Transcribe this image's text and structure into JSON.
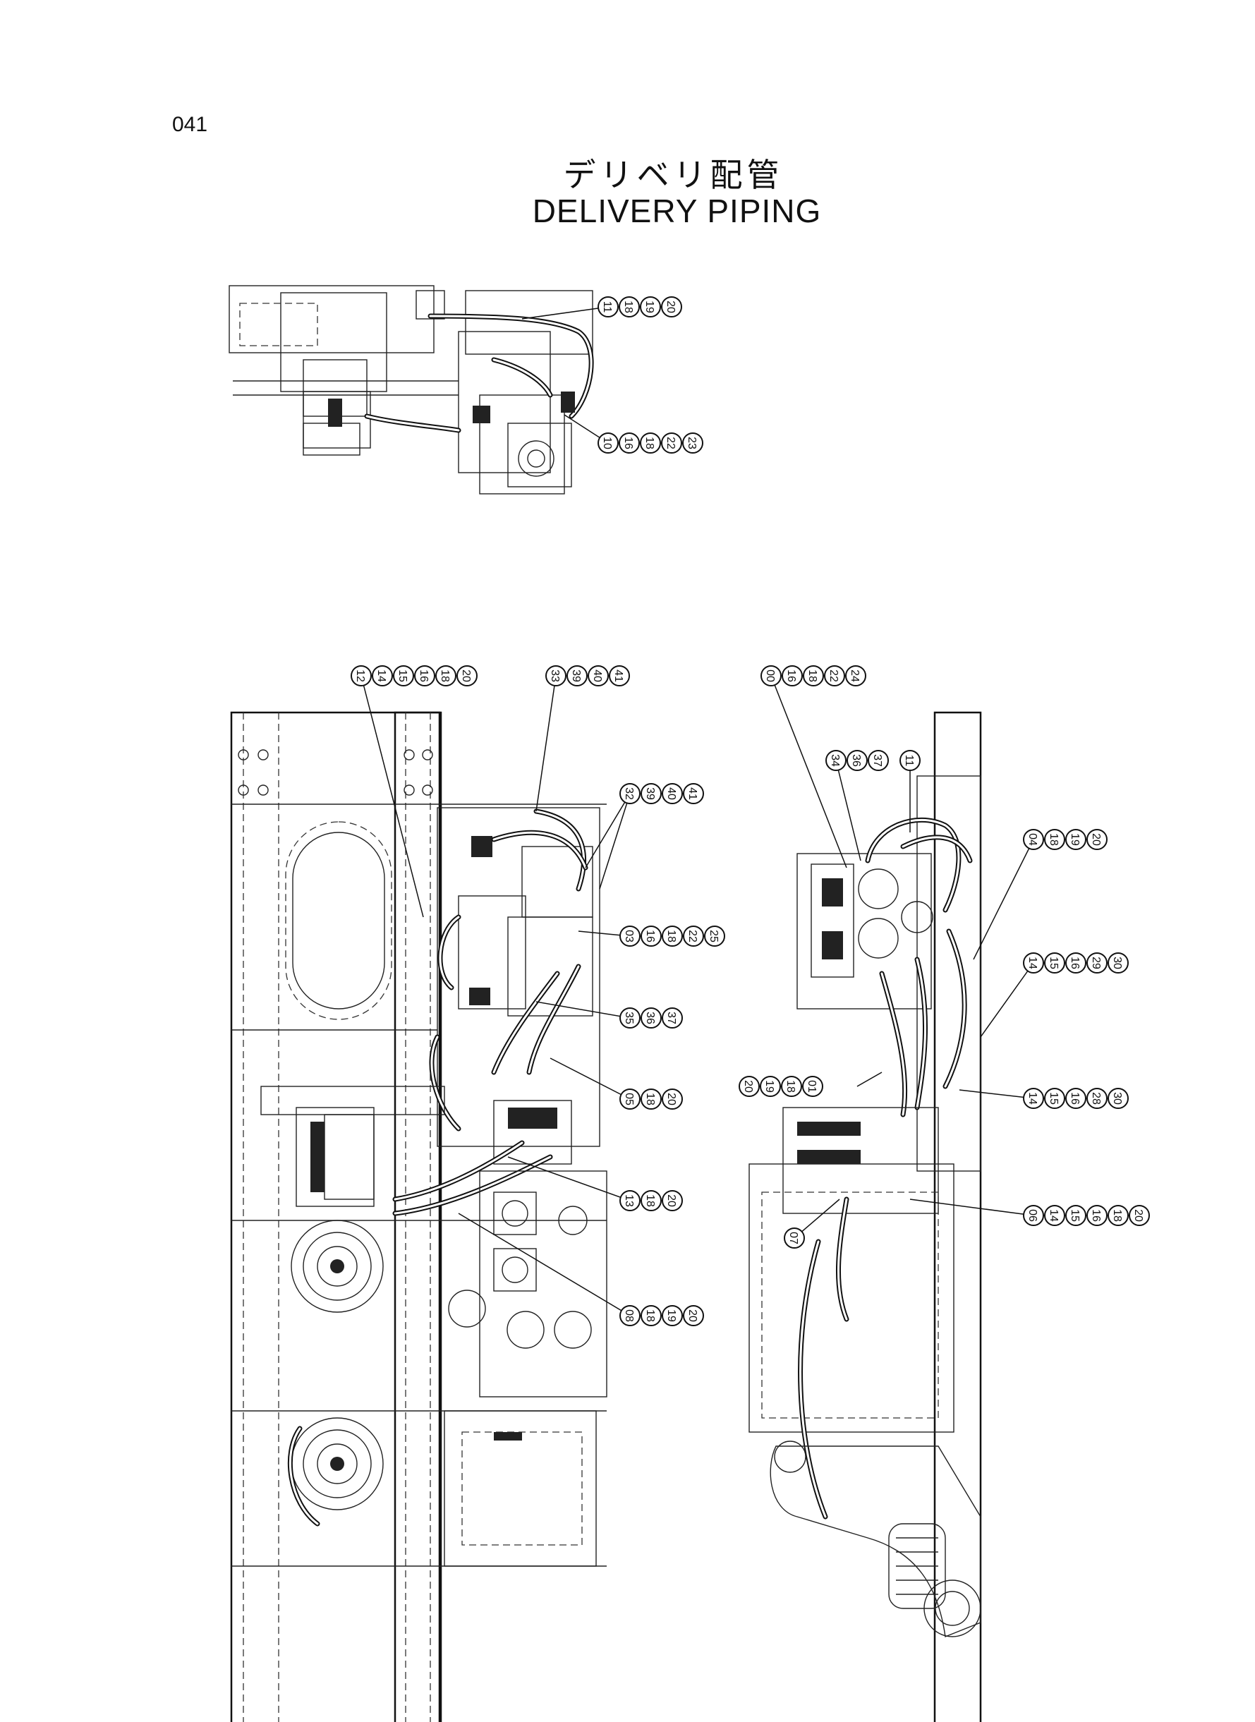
{
  "page": {
    "number": "041"
  },
  "title": {
    "japanese": "デリベリ配管",
    "english": "DELIVERY PIPING"
  },
  "callouts": [
    {
      "id": "top-a",
      "labels": [
        "11",
        "18",
        "19",
        "20"
      ]
    },
    {
      "id": "top-b",
      "labels": [
        "10",
        "16",
        "18",
        "22",
        "23"
      ]
    },
    {
      "id": "left-1",
      "labels": [
        "12",
        "14",
        "15",
        "16",
        "18",
        "20"
      ]
    },
    {
      "id": "left-2",
      "labels": [
        "33",
        "39",
        "40",
        "41"
      ]
    },
    {
      "id": "left-3",
      "labels": [
        "32",
        "39",
        "40",
        "41"
      ]
    },
    {
      "id": "left-4",
      "labels": [
        "03",
        "16",
        "18",
        "22",
        "25"
      ]
    },
    {
      "id": "left-5",
      "labels": [
        "35",
        "36",
        "37"
      ]
    },
    {
      "id": "left-6",
      "labels": [
        "05",
        "18",
        "20"
      ]
    },
    {
      "id": "left-7",
      "labels": [
        "13",
        "18",
        "20"
      ]
    },
    {
      "id": "left-8",
      "labels": [
        "08",
        "18",
        "19",
        "20"
      ]
    },
    {
      "id": "right-1",
      "labels": [
        "00",
        "16",
        "18",
        "22",
        "24"
      ]
    },
    {
      "id": "right-2",
      "labels": [
        "34",
        "36",
        "37"
      ]
    },
    {
      "id": "right-3",
      "labels": [
        "11"
      ]
    },
    {
      "id": "right-4",
      "labels": [
        "04",
        "18",
        "19",
        "20"
      ]
    },
    {
      "id": "right-5",
      "labels": [
        "14",
        "15",
        "16",
        "29",
        "30"
      ]
    },
    {
      "id": "right-6",
      "labels": [
        "20",
        "19",
        "18",
        "01"
      ]
    },
    {
      "id": "right-7",
      "labels": [
        "14",
        "15",
        "16",
        "28",
        "30"
      ]
    },
    {
      "id": "right-8",
      "labels": [
        "06",
        "14",
        "15",
        "16",
        "18",
        "20"
      ]
    },
    {
      "id": "right-9",
      "labels": [
        "07"
      ]
    }
  ]
}
